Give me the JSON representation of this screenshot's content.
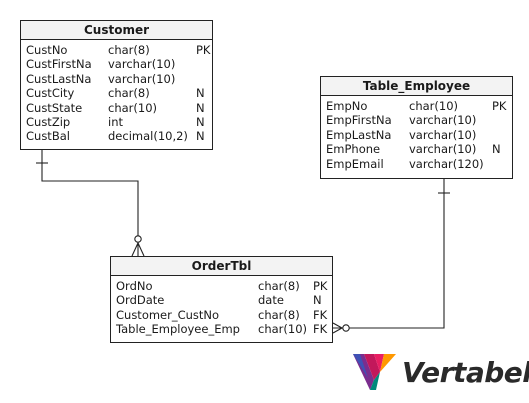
{
  "entities": {
    "customer": {
      "title": "Customer",
      "columns": [
        {
          "name": "CustNo",
          "type": "char(8)",
          "flag": "PK"
        },
        {
          "name": "CustFirstNa",
          "type": "varchar(10)",
          "flag": ""
        },
        {
          "name": "CustLastNa",
          "type": "varchar(10)",
          "flag": ""
        },
        {
          "name": "CustCity",
          "type": "char(8)",
          "flag": "N"
        },
        {
          "name": "CustState",
          "type": "char(10)",
          "flag": "N"
        },
        {
          "name": "CustZip",
          "type": "int",
          "flag": "N"
        },
        {
          "name": "CustBal",
          "type": "decimal(10,2)",
          "flag": "N"
        }
      ]
    },
    "employee": {
      "title": "Table_Employee",
      "columns": [
        {
          "name": "EmpNo",
          "type": "char(10)",
          "flag": "PK"
        },
        {
          "name": "EmpFirstNa",
          "type": "varchar(10)",
          "flag": ""
        },
        {
          "name": "EmpLastNa",
          "type": "varchar(10)",
          "flag": ""
        },
        {
          "name": "EmPhone",
          "type": "varchar(10)",
          "flag": "N"
        },
        {
          "name": "EmpEmail",
          "type": "varchar(120)",
          "flag": ""
        }
      ]
    },
    "order": {
      "title": "OrderTbl",
      "columns": [
        {
          "name": "OrdNo",
          "type": "char(8)",
          "flag": "PK"
        },
        {
          "name": "OrdDate",
          "type": "date",
          "flag": "N"
        },
        {
          "name": "Customer_CustNo",
          "type": "char(8)",
          "flag": "FK"
        },
        {
          "name": "Table_Employee_Emp",
          "type": "char(10)",
          "flag": "FK"
        }
      ]
    }
  },
  "branding": {
    "logo_text": "Vertabelo"
  }
}
